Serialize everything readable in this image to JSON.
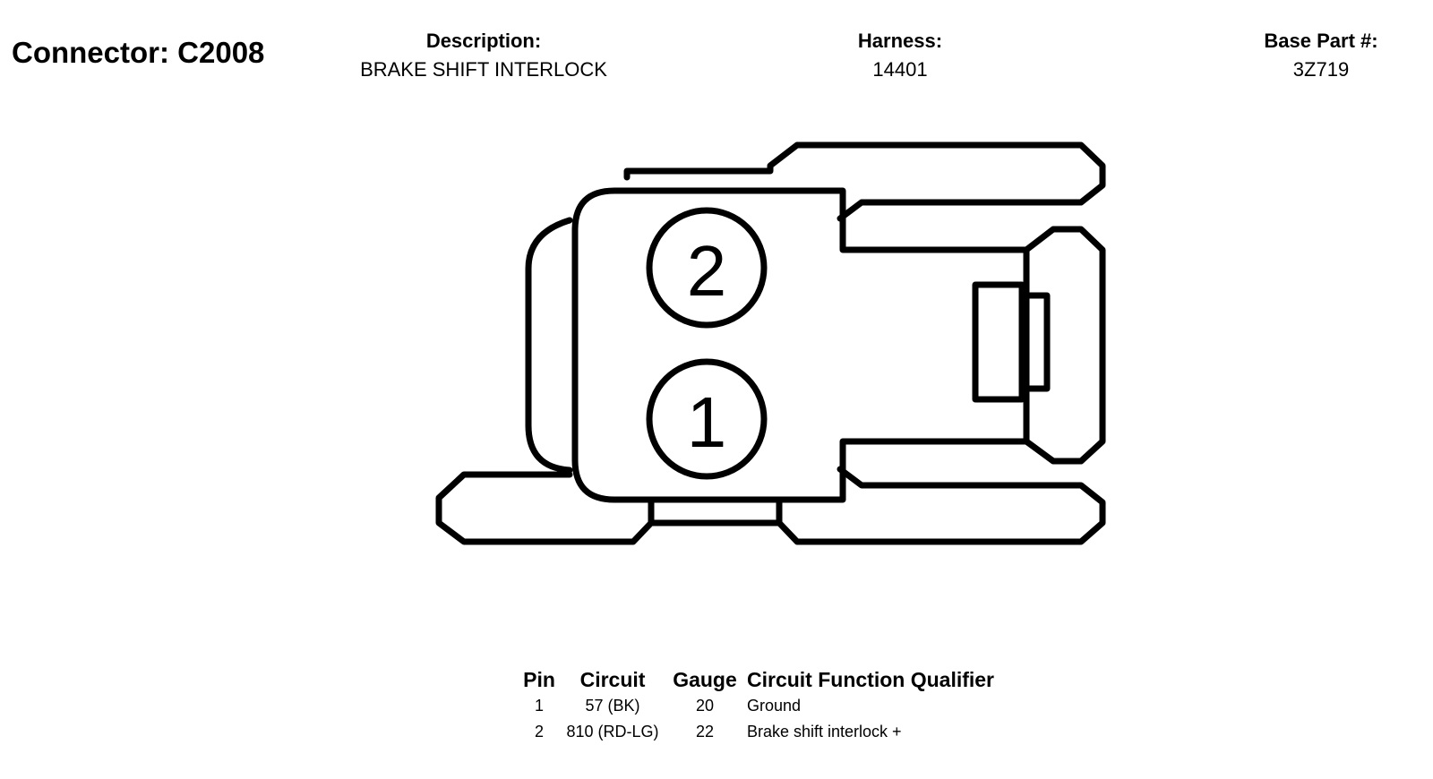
{
  "header": {
    "connector_title": "Connector: C2008",
    "description_label": "Description:",
    "description_value": "BRAKE SHIFT INTERLOCK",
    "harness_label": "Harness:",
    "harness_value": "14401",
    "base_part_label": "Base Part #:",
    "base_part_value": "3Z719"
  },
  "diagram": {
    "pins": [
      {
        "label": "2"
      },
      {
        "label": "1"
      }
    ]
  },
  "pin_table": {
    "headers": [
      "Pin",
      "Circuit",
      "Gauge",
      "Circuit Function Qualifier"
    ],
    "rows": [
      {
        "pin": "1",
        "circuit": "57 (BK)",
        "gauge": "20",
        "function": "Ground"
      },
      {
        "pin": "2",
        "circuit": "810 (RD-LG)",
        "gauge": "22",
        "function": "Brake shift interlock +"
      }
    ]
  }
}
